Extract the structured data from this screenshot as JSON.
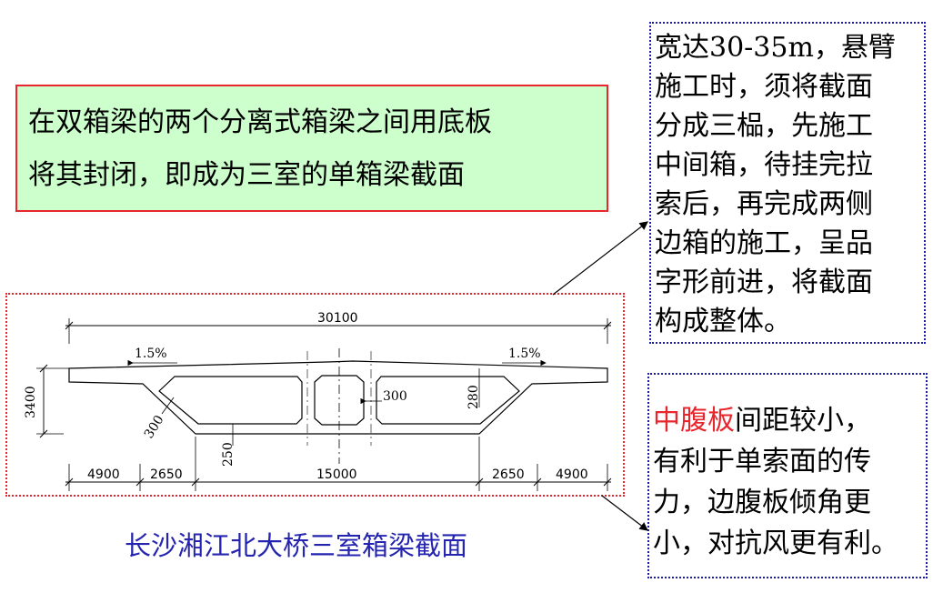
{
  "top_box": {
    "line1": "在双箱梁的两个分离式箱梁之间用底板",
    "line2": "将其封闭，即成为三室的单箱梁截面"
  },
  "note_upper": {
    "lines": [
      "宽达30-35m，悬臂",
      "施工时，须将截面",
      "分成三榀，先施工",
      "中间箱，待挂完拉",
      "索后，再完成两侧",
      "边箱的施工，呈品",
      "字形前进，将截面",
      "构成整体。"
    ]
  },
  "note_lower": {
    "highlight": "中腹板",
    "line1_rest": "间距较小，",
    "lines": [
      "有利于单索面的传",
      "力，边腹板倾角更",
      "小，对抗风更有利。"
    ]
  },
  "drawing": {
    "total_width": "30100",
    "height": "3400",
    "slope_left": "1.5%",
    "slope_right": "1.5%",
    "web_thickness": "300",
    "web_outer": "300",
    "slab_280": "280",
    "bottom_250": "250",
    "seg_4900_left": "4900",
    "seg_2650_left": "2650",
    "seg_15000": "15000",
    "seg_2650_right": "2650",
    "seg_4900_right": "4900"
  },
  "caption": "长沙湘江北大桥三室箱梁截面",
  "colors": {
    "green_fill": "#ccffcc",
    "red_border": "#e8262d",
    "blue_dotted": "#1c1ca8",
    "caption_blue": "#2424b0"
  }
}
